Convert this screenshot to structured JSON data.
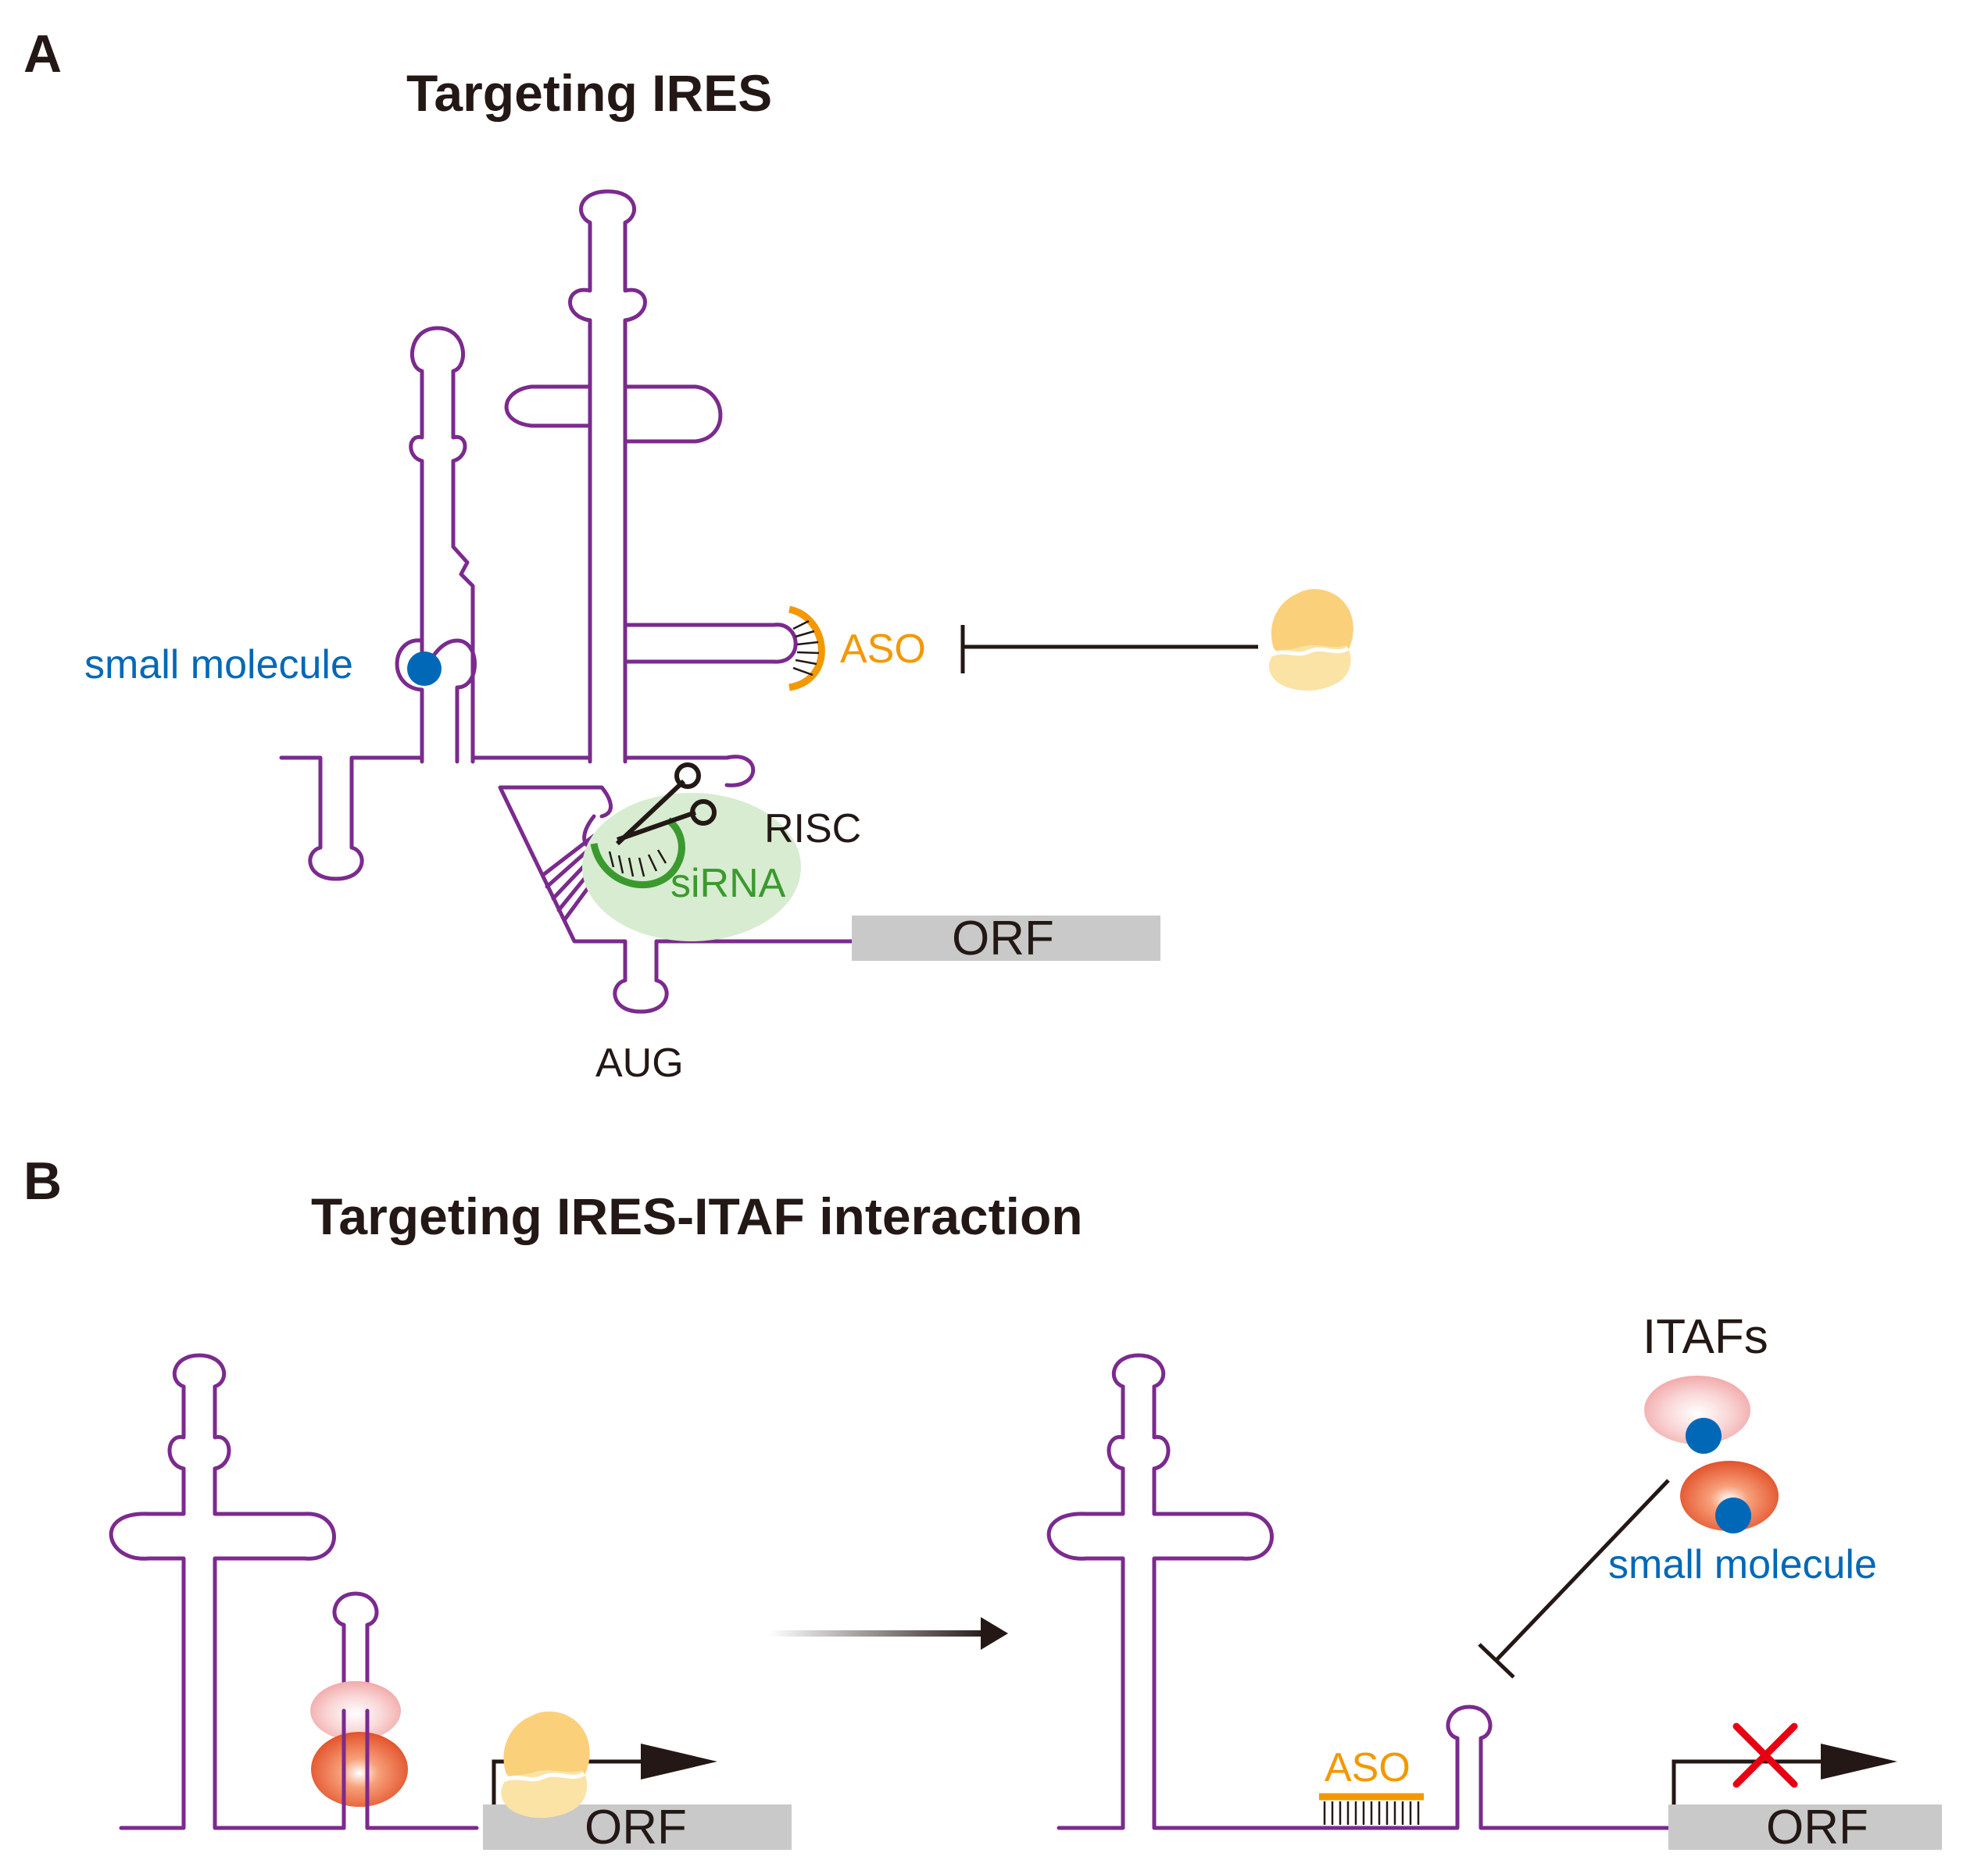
{
  "panel_a": {
    "letter": "A",
    "title": "Targeting IRES",
    "labels": {
      "small_molecule": "small molecule",
      "aso": "ASO",
      "risc": "RISC",
      "sirna": "siRNA",
      "orf": "ORF",
      "aug": "AUG"
    }
  },
  "panel_b": {
    "letter": "B",
    "title": "Targeting IRES-ITAF interaction",
    "labels": {
      "orf_left": "ORF",
      "orf_right": "ORF",
      "itafs": "ITAFs",
      "small_molecule": "small molecule",
      "aso": "ASO"
    }
  },
  "colors": {
    "rna": "#7b2a8e",
    "small_molecule": "#0068b7",
    "aso": "#f39800",
    "sirna": "#3a9a2e",
    "risc": "#d7ecd0",
    "orf_bar": "#c9c9c9",
    "block_x": "#e60012",
    "text": "#231815"
  },
  "icons": [
    "scissors-icon",
    "ribosome-icon",
    "itaf-protein-icon",
    "inhibition-arrow-icon"
  ]
}
